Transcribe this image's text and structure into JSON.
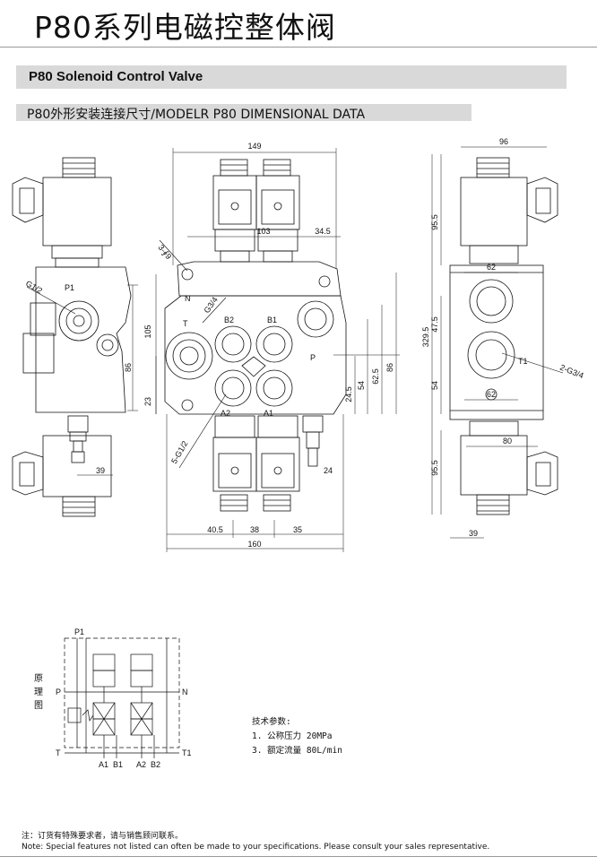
{
  "header": {
    "title": "P80系列电磁控整体阀",
    "subtitle": "P80 Solenoid Control Valve",
    "section": "P80外形安装连接尺寸/MODELR  P80 DIMENSIONAL DATA"
  },
  "front_view": {
    "dims": {
      "overall_width": "149",
      "inner_width": "103",
      "right_offset": "34.5",
      "height_105": "105",
      "height_23": "23",
      "height_24_5": "24.5",
      "height_54": "54",
      "height_62_5": "62.5",
      "height_86": "86",
      "bottom_40_5": "40.5",
      "bottom_38": "38",
      "bottom_35": "35",
      "bottom_160": "160",
      "nut_24": "24",
      "mount_holes": "3-∮9",
      "port_g34": "G3/4",
      "ports_g12": "5-G1/2"
    },
    "ports": [
      "N",
      "T",
      "B2",
      "B1",
      "P",
      "A2",
      "A1"
    ]
  },
  "left_view": {
    "dims": {
      "g12": "G1/2",
      "height_86": "86",
      "width_39": "39"
    },
    "ports": [
      "P1"
    ]
  },
  "right_view": {
    "dims": {
      "top_width": "96",
      "top_95_5": "95.5",
      "w62_top": "62",
      "h47_5": "47.5",
      "total_329_5": "329.5",
      "h54": "54",
      "w62_bottom": "62",
      "w80": "80",
      "bottom_95_5": "95.5",
      "w39": "39",
      "port_label": "2-G3/4"
    },
    "ports": [
      "T1"
    ]
  },
  "schematic": {
    "label": "原理图",
    "ports": [
      "P1",
      "P",
      "N",
      "T",
      "T1",
      "A1",
      "B1",
      "A2",
      "B2"
    ]
  },
  "tech_params": {
    "heading": "技术参数:",
    "line1": "1. 公称压力  20MPa",
    "line2": "3. 额定流量  80L/min"
  },
  "footer": {
    "note_cn": "注：订货有特殊要求者，请与销售顾问联系。",
    "note_en": "Note: Special features not listed can often be made to your specifications. Please consult your sales representative."
  }
}
